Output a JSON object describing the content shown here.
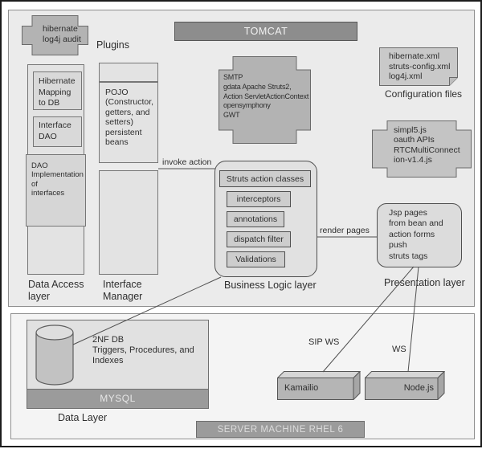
{
  "colors": {
    "top_panel_bg": "#ebebeb",
    "bottom_panel_bg": "#f4f4f4",
    "box_bg": "#e3e3e3",
    "inner_box_bg": "#d9d9d9",
    "cross_bg": "#b5b5b5",
    "note_bg": "#c9c9c9",
    "banner_bg": "#8d8d8d",
    "line": "#4f4f4f",
    "text": "#2e2e2e"
  },
  "banners": {
    "tomcat": "TOMCAT",
    "server": "SERVER MACHINE RHEL 6"
  },
  "plugins_label": "Plugins",
  "hibernate_audit_cross": "hibernate\nlog4j audit",
  "struts_cross": "SMTP\ngdata Apache Struts2,\nAction ServletActionContext\nopensymphony\nGWT",
  "config_files": {
    "note": "hibernate.xml\nstruts-config.xml\nlog4j.xml",
    "label": "Configuration files"
  },
  "js_cross": "simpl5.js\noauth APIs\nRTCMultiConnect\nion-v1.4.js",
  "data_access_layer": {
    "hibernate_mapping": "Hibernate\nMapping\nto DB",
    "interface_dao": "Interface\nDAO",
    "dao_impl": "DAO\nImplementation\nof\ninterfaces",
    "label": "Data Access\nlayer"
  },
  "interface_manager": {
    "pojo": "POJO\n(Constructor,\ngetters, and\nsetters)\npersistent\nbeans",
    "label": "Interface\nManager"
  },
  "business_logic": {
    "boxes": [
      "Struts action classes",
      "interceptors",
      "annotations",
      "dispatch filter",
      "Validations"
    ],
    "label": "Business Logic layer"
  },
  "presentation": {
    "jsp": "Jsp pages\nfrom bean and\naction forms\npush\nstruts tags",
    "label": "Presentation layer"
  },
  "edges": {
    "invoke_action": "invoke action",
    "render_pages": "render pages",
    "sip_ws": "SIP WS",
    "ws": "WS"
  },
  "data_layer": {
    "db_text": "2NF DB\nTriggers, Procedures, and\nIndexes",
    "mysql": "MYSQL",
    "label": "Data Layer"
  },
  "servers": {
    "kamailio": "Kamailio",
    "nodejs": "Node.js"
  }
}
